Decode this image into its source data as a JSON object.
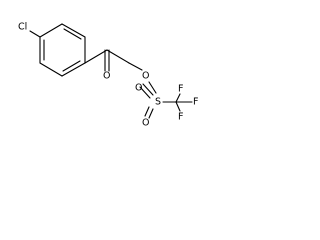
{
  "molecule": {
    "atoms": {
      "chlorine": "Cl",
      "carbonyl_oxygen": "O",
      "ester_oxygen": "O",
      "sulfur": "S",
      "sulfonyl_oxygen_top": "O",
      "sulfonyl_oxygen_bottom": "O",
      "fluorine_top": "F",
      "fluorine_right": "F",
      "fluorine_bottom": "F"
    }
  }
}
